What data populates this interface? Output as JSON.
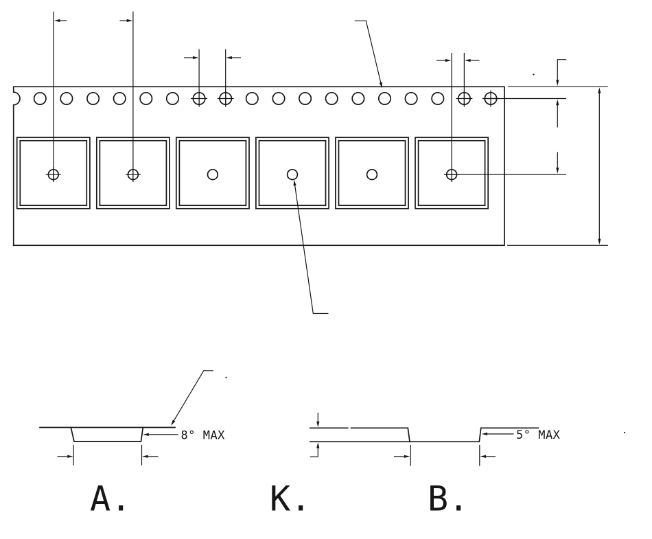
{
  "colors": {
    "background": "#ffffff",
    "ink": "#161616"
  },
  "top_view": {
    "sprocket_holes": {
      "count": 18,
      "crosshair_marked": [
        7,
        8,
        17,
        18
      ]
    },
    "pockets": {
      "count": 6,
      "crosshair_marked": [
        1,
        2,
        6
      ],
      "leader_target_pocket": 4
    }
  },
  "sections": [
    {
      "label": "A.",
      "note": "8° MAX"
    },
    {
      "label": "K."
    },
    {
      "label": "B.",
      "note": "5° MAX"
    }
  ]
}
